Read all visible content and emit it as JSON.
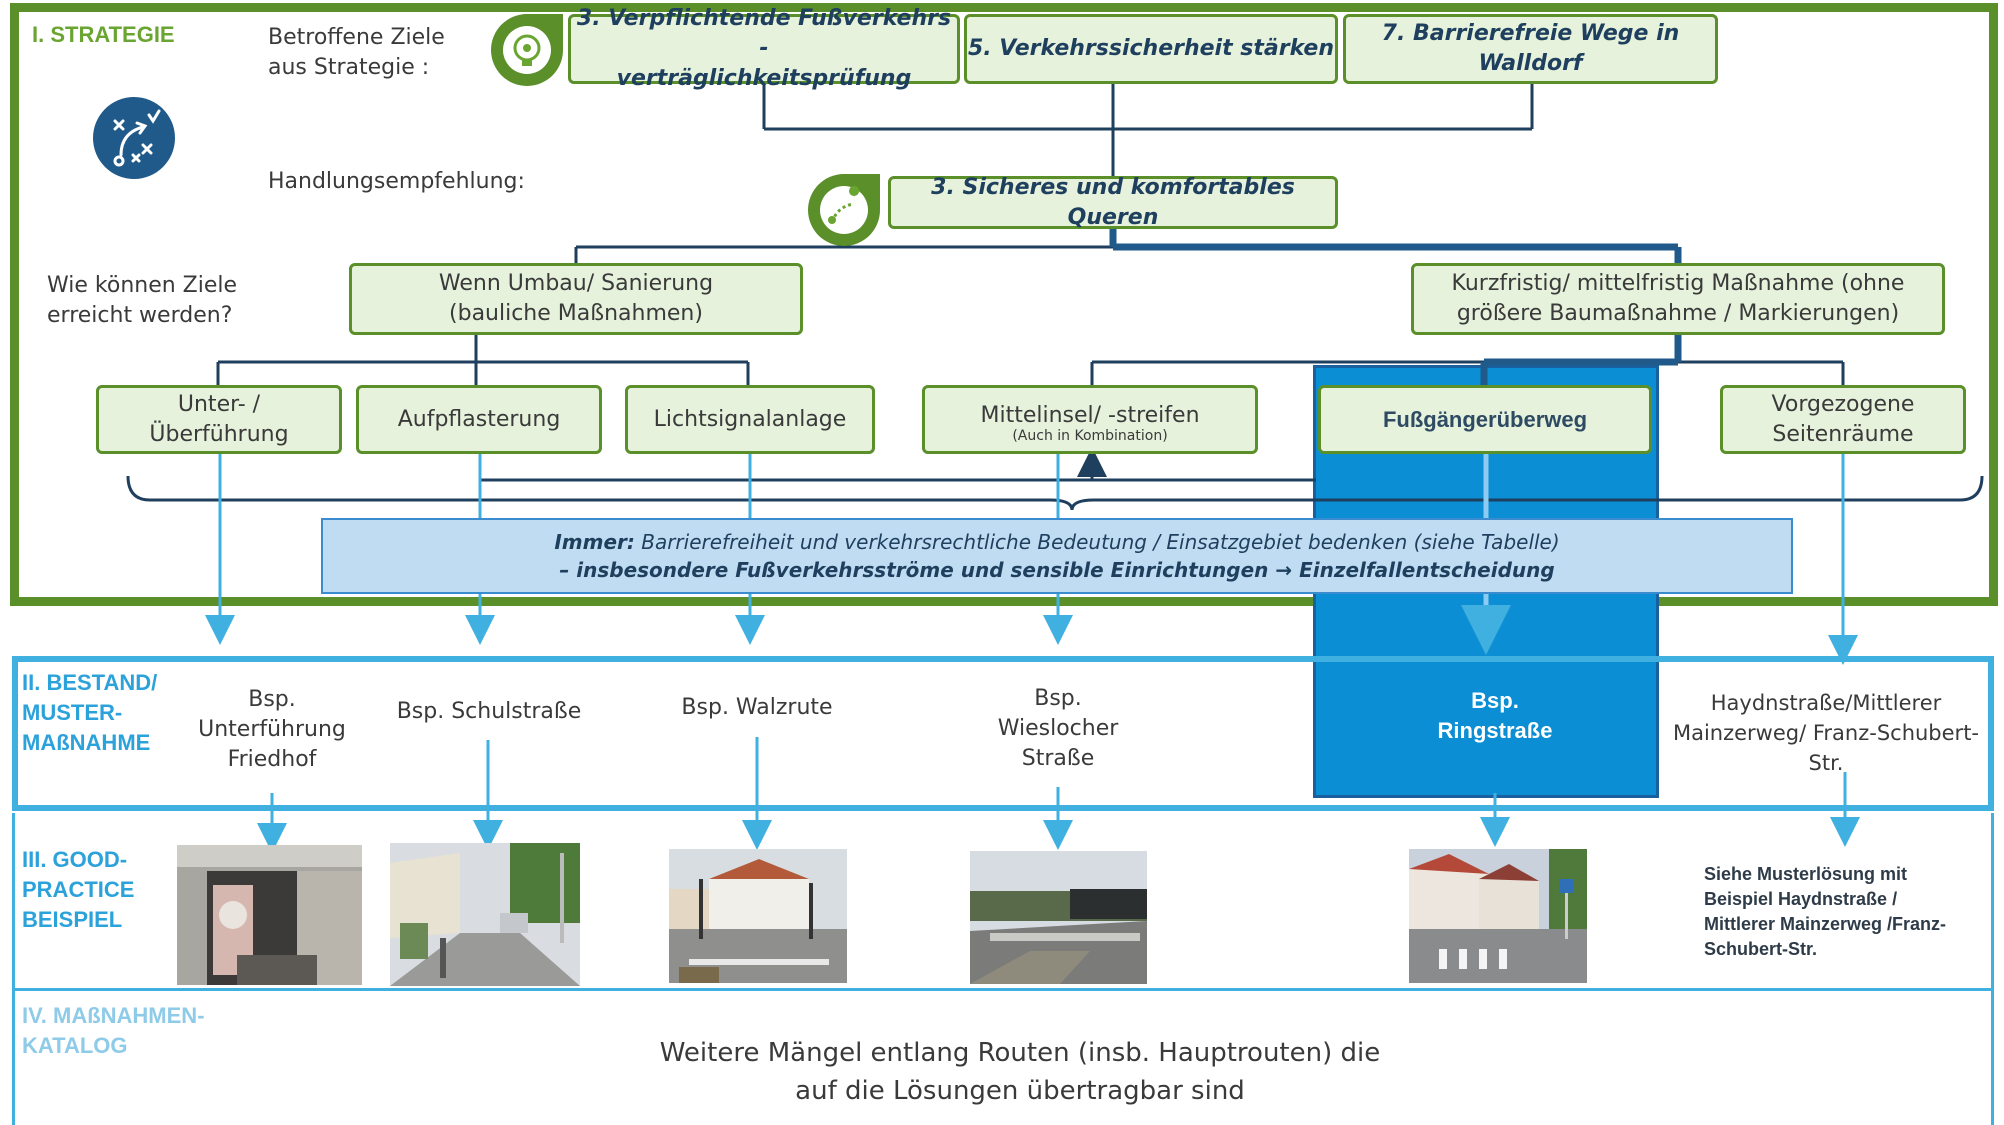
{
  "sections": {
    "strategie": "I. STRATEGIE",
    "bestand_lines": [
      "II. BESTAND/",
      "MUSTER-",
      "MAßNAHME"
    ],
    "good_lines": [
      "III. GOOD-",
      "PRACTICE",
      "BEISPIEL"
    ],
    "katalog_lines": [
      "IV.  MAßNAHMEN-",
      "KATALOG"
    ]
  },
  "labels": {
    "betroffene_lines": [
      "Betroffene Ziele",
      "aus Strategie :"
    ],
    "handlung": "Handlungsempfehlung:",
    "wie_lines": [
      "Wie können Ziele",
      "erreicht werden?"
    ]
  },
  "goals": {
    "g3_lines": [
      "3.  Verpflichtende Fußverkehrs -",
      "verträglichkeitsprüfung"
    ],
    "g5": "5.  Verkehrssicherheit stärken",
    "g7_lines": [
      "7.  Barrierefreie Wege in",
      "Walldorf"
    ]
  },
  "recommendation": "3. Sicheres und komfortables Queren",
  "branches": {
    "umbau_lines": [
      "Wenn Umbau/ Sanierung",
      "(bauliche Maßnahmen)"
    ],
    "kurz_lines": [
      "Kurzfristig/ mittelfristig Maßnahme (ohne",
      "größere Baumaßnahme / Markierungen)"
    ]
  },
  "measures": {
    "unter_lines": [
      "Unter- /",
      "Überführung"
    ],
    "aufpflasterung": "Aufpflasterung",
    "lsa": "Lichtsignalanlage",
    "mittelinsel": "Mittelinsel/  -streifen",
    "mittelinsel_note": "(Auch in Kombination)",
    "fgu": "Fußgängerüberweg",
    "vorgezogen_lines": [
      "Vorgezogene",
      "Seitenräume"
    ]
  },
  "note": {
    "line1_bold": "Immer:",
    "line1_rest": " Barrierefreiheit und verkehrsrechtliche Bedeutung / Einsatzgebiet bedenken (siehe Tabelle)",
    "line2": "– insbesondere Fußverkehrsströme und sensible Einrichtungen → Einzelfallentscheidung"
  },
  "examples": {
    "ex1_lines": [
      "Bsp.",
      "Unterführung",
      "Friedhof"
    ],
    "ex2": "Bsp. Schulstraße",
    "ex3": "Bsp. Walzrute",
    "ex4_lines": [
      "Bsp.",
      "Wieslocher",
      "Straße"
    ],
    "ex5_lines": [
      "Bsp.",
      "Ringstraße"
    ],
    "ex6_lines": [
      "Haydnstraße/Mittlerer",
      "Mainzerweg/ Franz-Schubert-Str."
    ]
  },
  "good_text_lines": [
    "Siehe Musterlösung mit",
    "Beispiel Haydnstraße /",
    "Mittlerer Mainzerweg /Franz-",
    "Schubert-Str."
  ],
  "katalog_text_lines": [
    "Weitere Mängel entlang Routen (insb. Hauptrouten) die",
    "auf die Lösungen übertragbar sind"
  ],
  "icons": {
    "strategy": "strategy-play-icon",
    "goal": "lightbulb-gear-icon",
    "route": "route-pin-icon"
  },
  "colors": {
    "green": "#5a8f2a",
    "box_fill": "#e6f2dc",
    "blue": "#3fb0e0",
    "dark_blue": "#1f3f5e",
    "highlight": "#0b8ed3"
  }
}
